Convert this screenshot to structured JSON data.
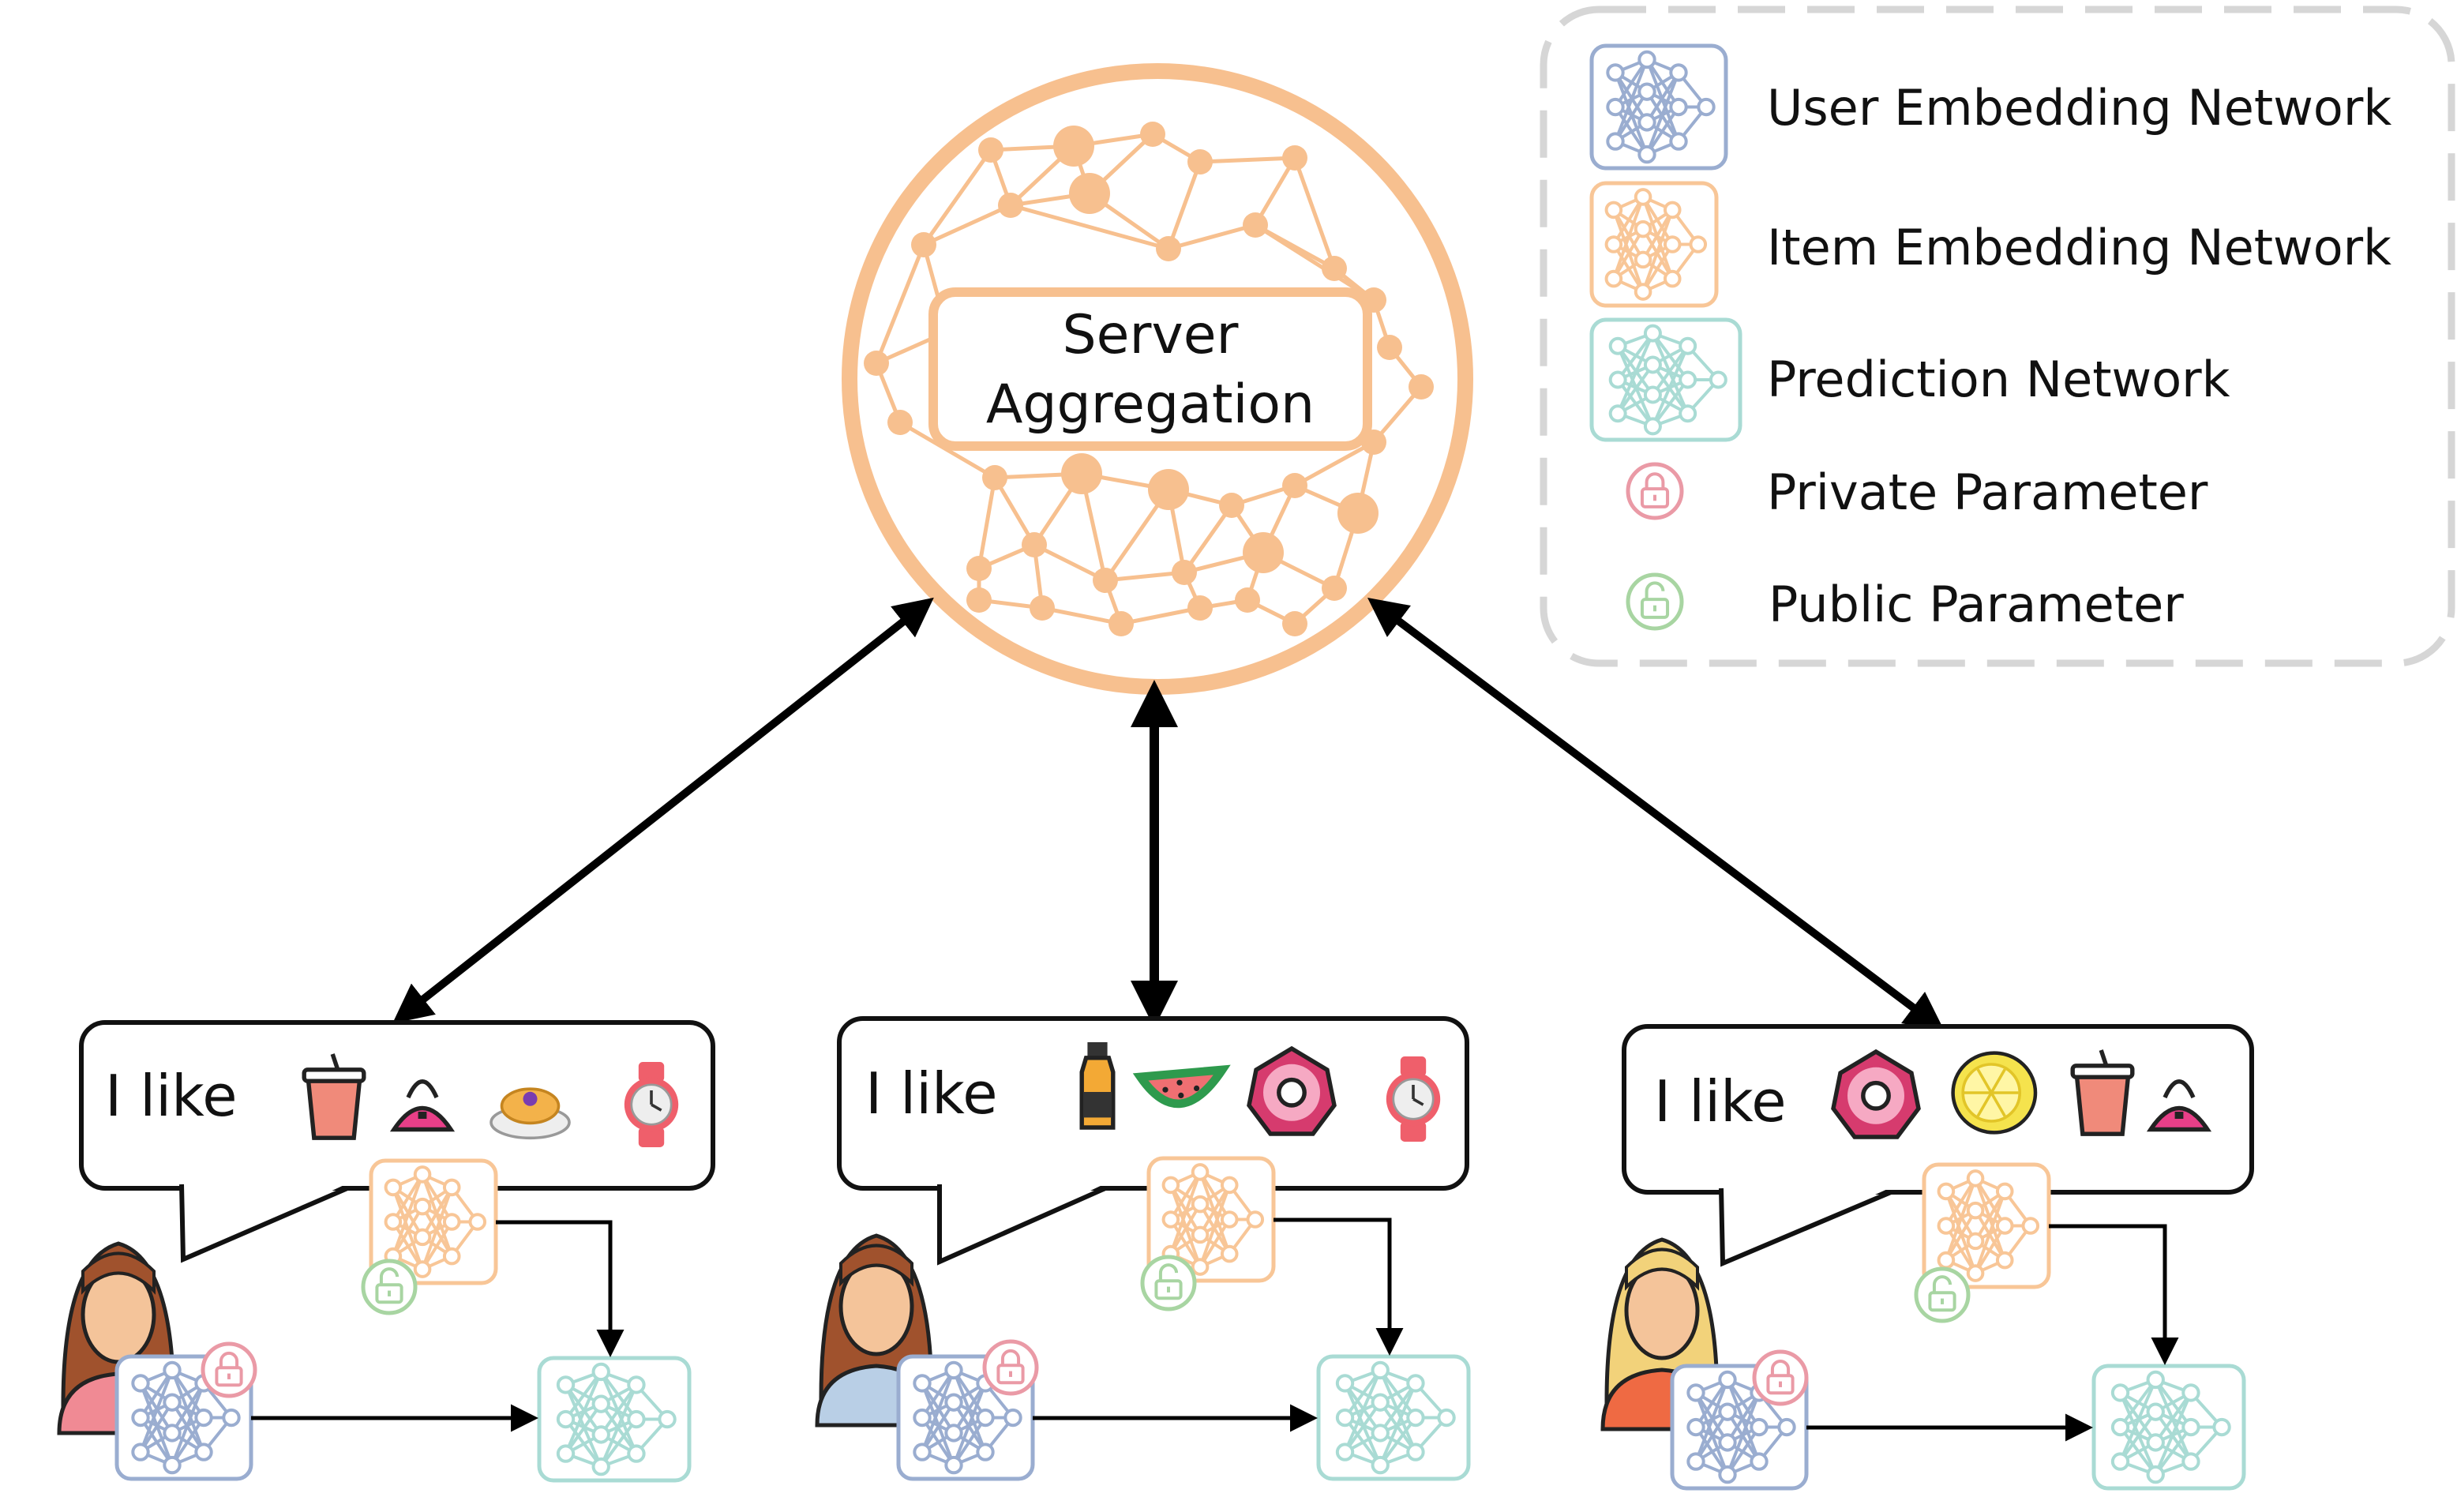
{
  "server": {
    "line1": "Server",
    "line2": "Aggregation"
  },
  "legend": {
    "items": [
      {
        "label": "User Embedding Network",
        "icon": "user-embedding-network-icon"
      },
      {
        "label": "Item Embedding Network",
        "icon": "item-embedding-network-icon"
      },
      {
        "label": "Prediction Network",
        "icon": "prediction-network-icon"
      },
      {
        "label": "Private Parameter",
        "icon": "private-parameter-lock-icon"
      },
      {
        "label": "Public Parameter",
        "icon": "public-parameter-unlock-icon"
      }
    ]
  },
  "clients": [
    {
      "speech": "I like",
      "items": [
        "drink-cup-icon",
        "handbag-icon",
        "pancakes-icon",
        "watch-icon"
      ]
    },
    {
      "speech": "I like",
      "items": [
        "whiskey-bottle-icon",
        "watermelon-icon",
        "donut-icon",
        "watch-icon"
      ]
    },
    {
      "speech": "I like",
      "items": [
        "donut-icon",
        "lemon-icon",
        "drink-cup-icon",
        "handbag-icon"
      ]
    }
  ],
  "colors": {
    "server": "#f7c08f",
    "user_net": "#9aadd0",
    "item_net": "#f8c697",
    "pred_net": "#a9dbd4",
    "private": "#ea9aa6",
    "public": "#a8d5a2",
    "legend_border": "#d6d6d6",
    "arrow": "#000000"
  }
}
